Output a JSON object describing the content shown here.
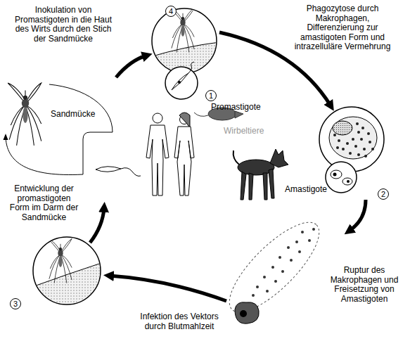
{
  "diagram": {
    "labels": [
      "Inokulation von Promastigoten in die Haut des Wirts durch den Stich der Sandmücke",
      "4",
      "Phagozytose durch Makrophagen, Differenzierung zur amastigoten Form und intrazelluläre Vermehrung",
      "Sandmücke",
      "Promastigote",
      "1",
      "Wirbeltiere",
      "Amastigote",
      "2",
      "Entwicklung der promastigoten Form im Darm der Sandmücke",
      "Ruptur des Makrophagen und Freisetzung von Amastigoten",
      "3",
      "Infektion des Vektors durch Blutmahlzeit"
    ]
  }
}
